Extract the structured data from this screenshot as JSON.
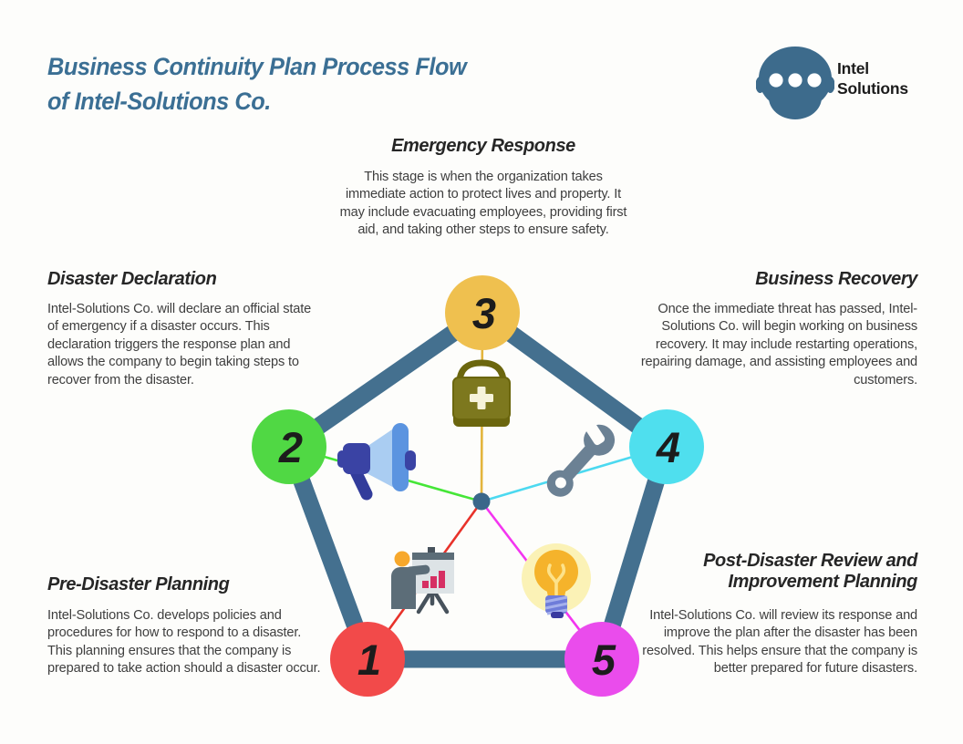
{
  "title": {
    "line1": "Business Continuity Plan Process Flow",
    "line2": "of Intel-Solutions Co."
  },
  "logo": {
    "line1": "Intel",
    "line2": "Solutions"
  },
  "sections": {
    "emergency_response": {
      "heading": "Emergency Response",
      "body": "This stage is when the organization takes immediate action to protect lives and property. It may include evacuating employees, providing first aid, and taking other steps to ensure safety."
    },
    "disaster_declaration": {
      "heading": "Disaster Declaration",
      "body": "Intel-Solutions Co. will declare an official state of emergency if a disaster occurs. This declaration triggers the response plan and allows the company to begin taking steps to recover from the disaster."
    },
    "business_recovery": {
      "heading": "Business Recovery",
      "body": "Once the immediate threat has passed, Intel-Solutions Co. will begin working on business recovery. It may include restarting operations, repairing damage, and assisting employees and customers."
    },
    "pre_disaster_planning": {
      "heading": "Pre-Disaster Planning",
      "body": "Intel-Solutions Co. develops policies and procedures for how to respond to a disaster. This planning ensures that the company is prepared to take action should a disaster occur."
    },
    "post_disaster_review": {
      "heading_line1": "Post-Disaster Review and",
      "heading_line2": "Improvement Planning",
      "body": "Intel-Solutions Co. will review its response and improve the plan after the disaster has been resolved. This helps ensure that the company is better prepared for future disasters."
    }
  },
  "diagram": {
    "steps": [
      {
        "number": "1",
        "label": "Pre-Disaster Planning",
        "color": "#f24a4a",
        "line_color": "#e8322a",
        "icon": "presentation-icon"
      },
      {
        "number": "2",
        "label": "Disaster Declaration",
        "color": "#50d844",
        "line_color": "#45e637",
        "icon": "megaphone-icon"
      },
      {
        "number": "3",
        "label": "Emergency Response",
        "color": "#efc04f",
        "line_color": "#e3b53d",
        "icon": "first-aid-kit-icon"
      },
      {
        "number": "4",
        "label": "Business Recovery",
        "color": "#4fdfee",
        "line_color": "#4cd9f0",
        "icon": "wrench-icon"
      },
      {
        "number": "5",
        "label": "Post-Disaster Review and Improvement Planning",
        "color": "#ea4cec",
        "line_color": "#f335f0",
        "icon": "lightbulb-icon"
      }
    ],
    "pentagon_color": "#44708f",
    "hub_color": "#3a678a",
    "accent_title_color": "#3b6f94"
  }
}
